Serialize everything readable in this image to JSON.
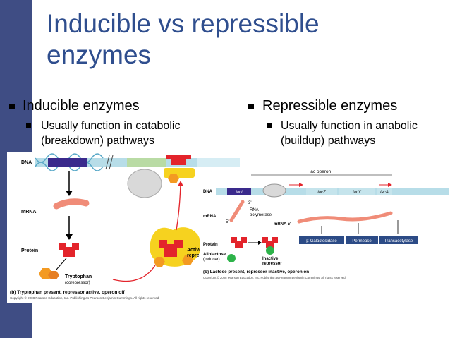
{
  "title": {
    "line1": "Inducible vs repressible",
    "line2": "enzymes"
  },
  "left": {
    "heading": "Inducible enzymes",
    "sub_line1": "Usually function in catabolic",
    "sub_line2": "(breakdown) pathways"
  },
  "right": {
    "heading": "Repressible enzymes",
    "sub_line1": "Usually function in anabolic",
    "sub_line2": "(buildup) pathways"
  },
  "fig_left": {
    "dna": "DNA",
    "mrna": "mRNA",
    "protein": "Protein",
    "active_line1": "Active",
    "active_line2": "repre",
    "tryptophan": "Tryptophan",
    "corepressor": "(corepressor)",
    "caption": "(b) Tryptophan present, repressor active, operon off",
    "copyright": "Copyright © 2008 Pearson Education, Inc. Publishing as Pearson Benjamin Cummings. All rights reserved."
  },
  "fig_right": {
    "lac_operon": "lac operon",
    "dna": "DNA",
    "laci": "lacI",
    "lacz": "lacZ",
    "lacy": "lacY",
    "laca": "lacA",
    "mrna": "mRNA",
    "three_prime": "3'",
    "five_prime": "5'",
    "rna_polymerase_1": "RNA",
    "rna_polymerase_2": "polymerase",
    "mrna5": "mRNA 5'",
    "protein": "Protein",
    "b_gal": "β-Galactosidase",
    "permease": "Permease",
    "transacetylase": "Transacetylase",
    "allolactose_1": "Allolactose",
    "allolactose_2": "(inducer)",
    "inactive_1": "Inactive",
    "inactive_2": "repressor",
    "caption": "(b) Lactose present, repressor inactive, operon on",
    "copyright": "Copyright © 2008 Pearson Education, Inc. Publishing as Pearson Benjamin Cummings. All rights reserved."
  }
}
